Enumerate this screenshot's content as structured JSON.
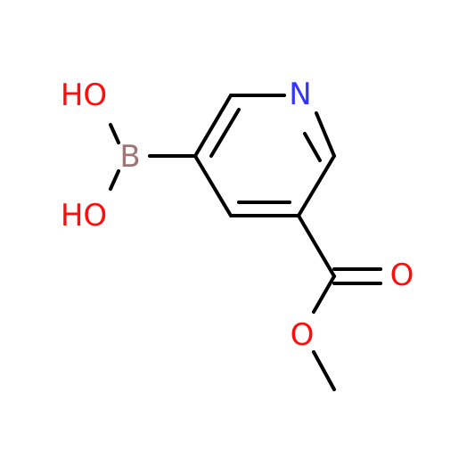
{
  "colors": {
    "bond": "#000000",
    "nitrogen": "#3333ff",
    "oxygen": "#ff0d0d",
    "boron": "#a07575",
    "background": "#ffffff"
  },
  "atoms": {
    "nitrogen": "N",
    "boron": "B",
    "hydroxyl_top": "HO",
    "hydroxyl_bottom": "HO",
    "carbonyl_oxygen": "O",
    "ester_oxygen": "O"
  }
}
